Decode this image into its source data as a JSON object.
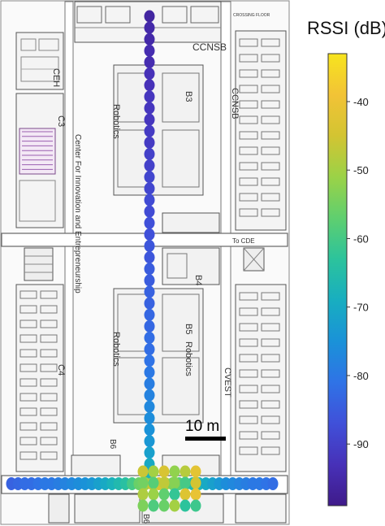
{
  "map": {
    "labels": {
      "ccnsb_top": "CCNSB",
      "ccnsb_side": "CCNSB",
      "ceh": "CEH",
      "c3": "C3",
      "c4": "C4",
      "cie": "Center For Innovation and Entrepreneurship",
      "b3": "B3",
      "b4": "B4",
      "b5": "B5",
      "b6a": "B6",
      "b6b": "B6",
      "robotics1": "Robotics",
      "robotics2": "Robotics",
      "robotics3": "Robotics",
      "cvest": "CVEST",
      "to_cde": "To CDE",
      "gate_top": "CROSSING FLOOR"
    },
    "scale_label": "10 m",
    "vertical_path_rssi": [
      -96,
      -95,
      -95,
      -94,
      -94,
      -93,
      -93,
      -92,
      -92,
      -92,
      -91,
      -91,
      -90,
      -90,
      -89,
      -89,
      -88,
      -88,
      -87,
      -87,
      -86,
      -86,
      -85,
      -85,
      -84,
      -84,
      -83,
      -83,
      -82,
      -82,
      -81,
      -80,
      -79,
      -78,
      -77,
      -76,
      -75,
      -74,
      -72,
      -70,
      -68
    ],
    "horizontal_path_rssi": [
      -84,
      -83,
      -82,
      -82,
      -81,
      -80,
      -80,
      -79,
      -78,
      -77,
      -76,
      -75,
      -74,
      -72,
      -70,
      -68,
      -66,
      -64,
      -60,
      -56,
      -50,
      -46,
      -44,
      -48,
      -54,
      -58,
      -62,
      -66,
      -68,
      -70,
      -72,
      -74,
      -76,
      -77,
      -78,
      -79,
      -80,
      -80,
      -81,
      -82
    ],
    "cluster_rssi": [
      -46,
      -50,
      -44,
      -52,
      -48,
      -42,
      -55,
      -58,
      -47,
      -53,
      -60,
      -45,
      -49,
      -51,
      -57,
      -62,
      -43,
      -41,
      -54,
      -59,
      -56,
      -50,
      -63,
      -61
    ]
  },
  "colorbar": {
    "title": "RSSI (dB)",
    "min": -99,
    "max": -33,
    "ticks": [
      -40,
      -50,
      -60,
      -70,
      -80,
      -90
    ],
    "colors": [
      "#3f1a8a",
      "#4731b8",
      "#4050d9",
      "#2f73e6",
      "#1a92d8",
      "#18aec0",
      "#2cc39c",
      "#5fcf6f",
      "#9bd247",
      "#d3c432",
      "#f2c336",
      "#f7e41e"
    ]
  }
}
